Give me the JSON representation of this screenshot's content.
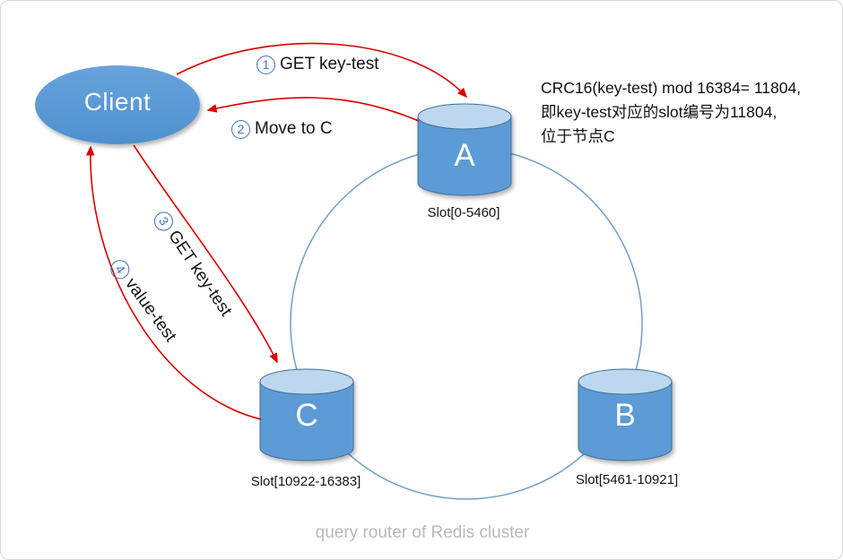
{
  "caption": "query router of Redis cluster",
  "client": {
    "label": "Client"
  },
  "nodes": [
    {
      "label": "A",
      "slot": "Slot[0-5460]"
    },
    {
      "label": "B",
      "slot": "Slot[5461-10921]"
    },
    {
      "label": "C",
      "slot": "Slot[10922-16383]"
    }
  ],
  "steps": [
    {
      "num": "1",
      "label": "GET key-test"
    },
    {
      "num": "2",
      "label": "Move to C"
    },
    {
      "num": "3",
      "label": "GET key-test"
    },
    {
      "num": "4",
      "label": "value-test"
    }
  ],
  "annotation": {
    "lines": [
      "CRC16(key-test) mod 16384= 11804,",
      "即key-test对应的slot编号为11804,",
      "位于节点C"
    ]
  },
  "colors": {
    "node_fill": "#5b9bd5",
    "node_top_fill": "#bdd7ee",
    "node_stroke": "#41719c",
    "ring_stroke": "#6f9fc8",
    "arrow": "#d90000",
    "step_badge": "#4472c4",
    "caption_text": "#b9b9b9",
    "label_text": "#141414"
  }
}
